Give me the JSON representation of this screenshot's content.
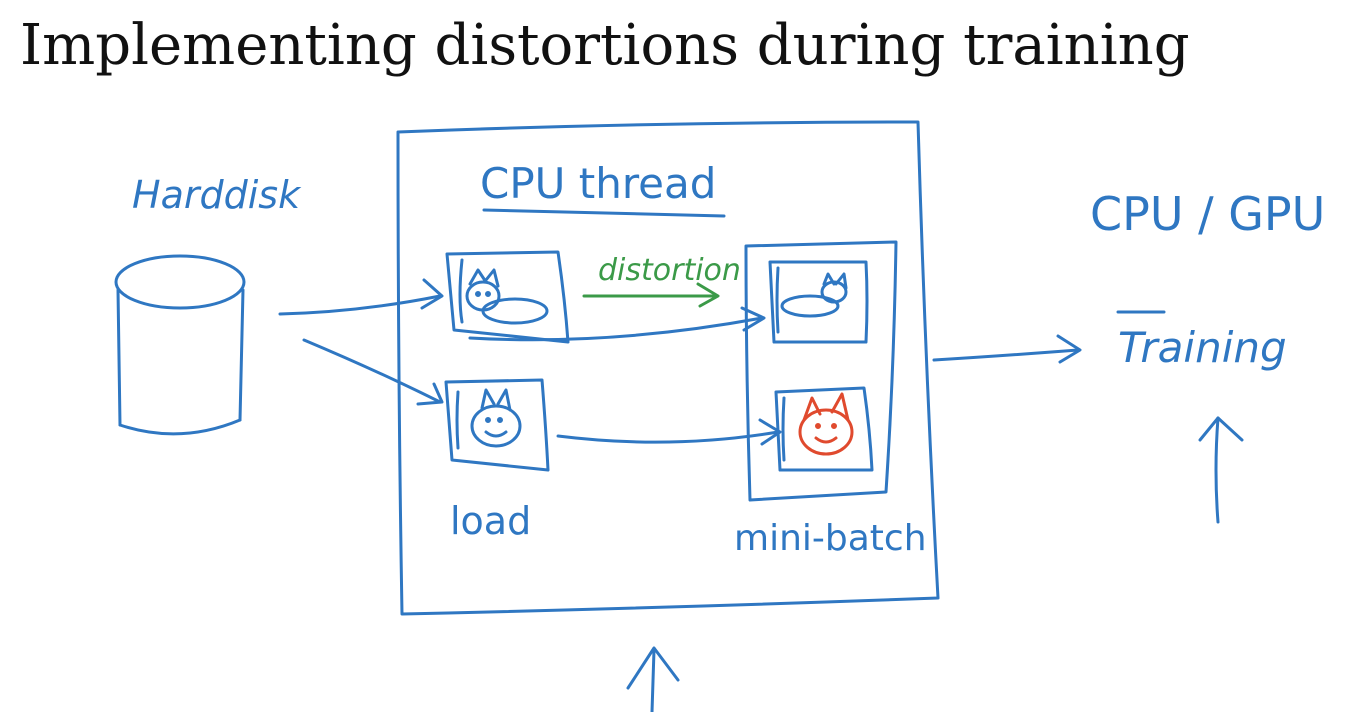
{
  "title": "Implementing distortions during training",
  "labels": {
    "harddisk": "Harddisk",
    "cpu_thread": "CPU thread",
    "distortion": "distortion",
    "load": "load",
    "mini_batch": "mini-batch",
    "cpu_gpu": "CPU / GPU",
    "training": "Training"
  },
  "colors": {
    "ink": "#2f77c2",
    "distortion": "#3b9a48",
    "distorted_image": "#e04a2e",
    "title": "#111111"
  },
  "icons": [
    "harddisk-cylinder-icon",
    "cat-image-icon",
    "arrow-icon"
  ]
}
